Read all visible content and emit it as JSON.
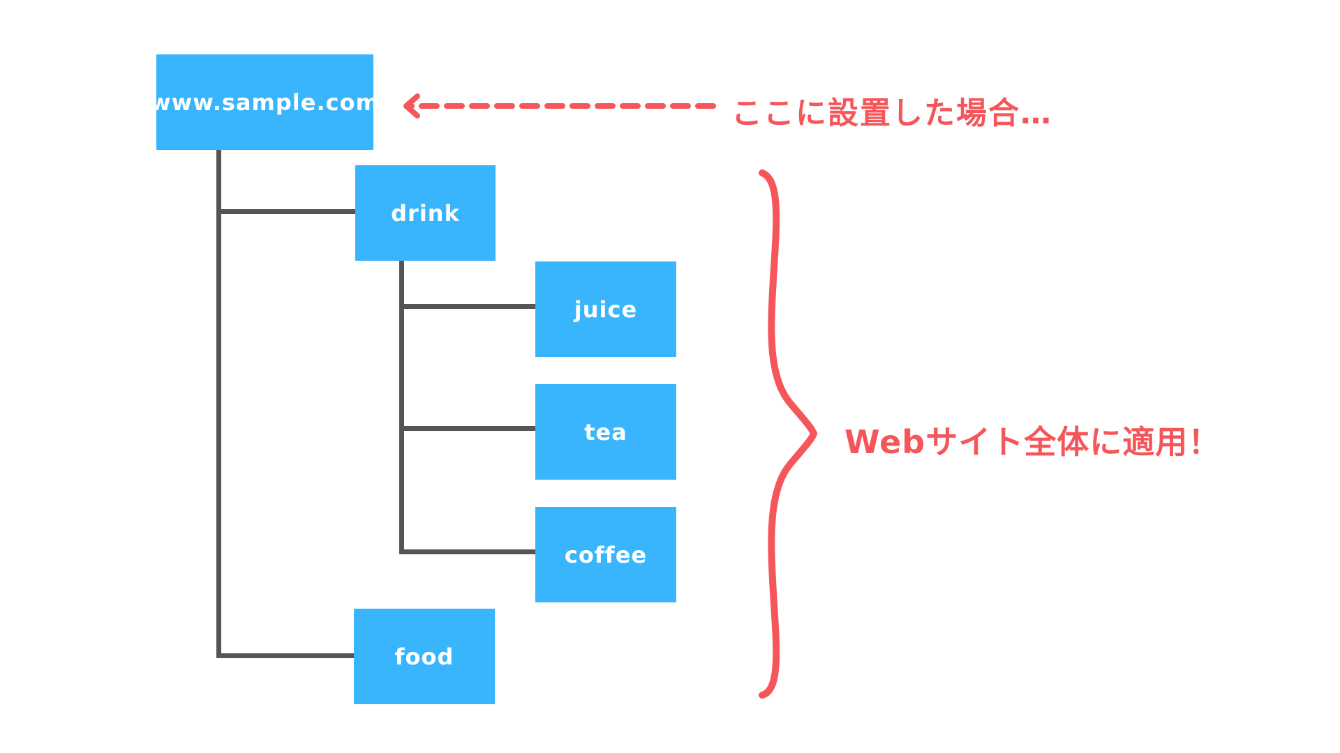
{
  "diagram": {
    "root": {
      "label": "www.sample.com"
    },
    "children": [
      {
        "label": "drink",
        "children": [
          {
            "label": "juice"
          },
          {
            "label": "tea"
          },
          {
            "label": "coffee"
          }
        ]
      },
      {
        "label": "food"
      }
    ]
  },
  "annotations": {
    "placement_note": "ここに設置した場合…",
    "scope_note": "Webサイト全体に適用！"
  },
  "colors": {
    "node_fill": "#39b5fd",
    "node_text": "#ffffff",
    "connector": "#555555",
    "accent": "#f5565a",
    "background": "#ffffff"
  },
  "icons": {
    "arrow": "dashed-left-arrow-icon",
    "brace": "right-curly-brace-icon"
  }
}
